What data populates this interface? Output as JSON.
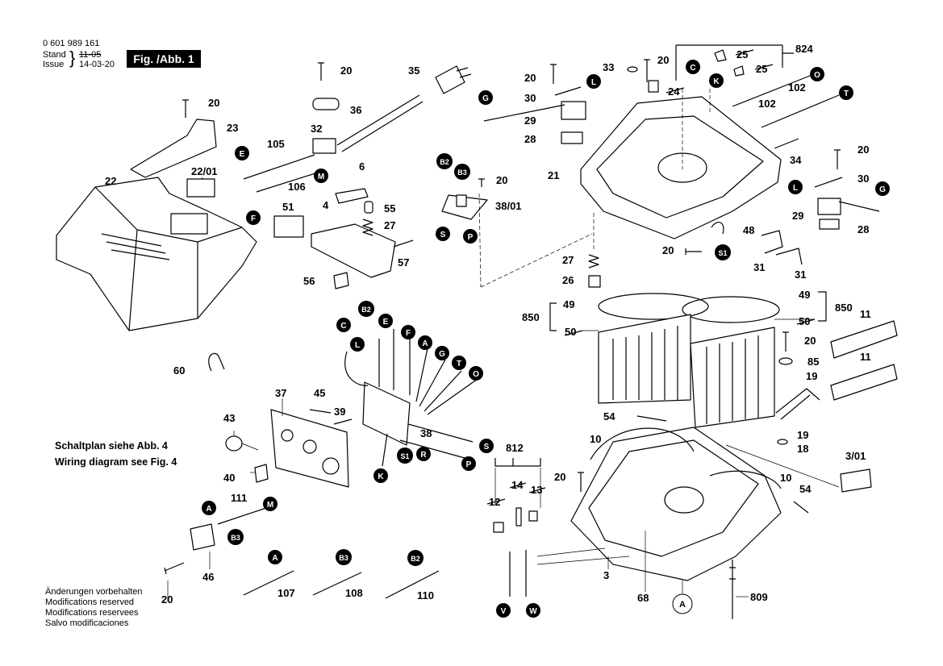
{
  "header": {
    "part_number": "0 601 989 161",
    "stand_label": "Stand",
    "issue_label": "Issue",
    "old_date": "11-05",
    "new_date": "14-03-20",
    "figure_title": "Fig. /Abb. 1"
  },
  "notes": {
    "schaltplan": "Schaltplan siehe Abb. 4",
    "wiring": "Wiring diagram see Fig. 4"
  },
  "footer": [
    "Änderungen vorbehalten",
    "Modifications reserved",
    "Modifications reservees",
    "Salvo modificaciones"
  ],
  "labels": {
    "l20a": "20",
    "l35": "35",
    "l20b": "20",
    "l36": "36",
    "l23": "23",
    "l32": "32",
    "l105": "105",
    "l22_01": "22/01",
    "l22": "22",
    "l106": "106",
    "l6": "6",
    "l51": "51",
    "l4": "4",
    "l55": "55",
    "l27a": "27",
    "l57": "57",
    "l56": "56",
    "l60": "60",
    "l37": "37",
    "l45": "45",
    "l39": "39",
    "l43": "43",
    "l40": "40",
    "l111": "111",
    "l46": "46",
    "l20c": "20",
    "l107": "107",
    "l108": "108",
    "l110": "110",
    "l38": "38",
    "l38_01": "38/01",
    "l20d": "20",
    "l812": "812",
    "l14": "14",
    "l13": "13",
    "l12": "12",
    "l33": "33",
    "l20e": "20",
    "l20f": "20",
    "l30a": "30",
    "l29a": "29",
    "l28a": "28",
    "l24": "24",
    "l25a": "25",
    "l25b": "25",
    "l824": "824",
    "l102a": "102",
    "l102b": "102",
    "l34": "34",
    "l21": "21",
    "l20g": "20",
    "l30b": "30",
    "l29b": "29",
    "l28b": "28",
    "l48": "48",
    "l20h": "20",
    "l31a": "31",
    "l31b": "31",
    "l27b": "27",
    "l26": "26",
    "l49a": "49",
    "l850a": "850",
    "l50a": "50",
    "l49b": "49",
    "l850b": "850",
    "l50b": "50",
    "l11a": "11",
    "l11b": "11",
    "l20i": "20",
    "l85": "85",
    "l19a": "19",
    "l54a": "54",
    "l10a": "10",
    "l20j": "20",
    "l19b": "19",
    "l18": "18",
    "l3_01": "3/01",
    "l10b": "10",
    "l54b": "54",
    "l3": "3",
    "l68": "68",
    "l809": "809"
  },
  "callouts": {
    "c_E1": "E",
    "c_F1": "F",
    "c_M1": "M",
    "c_B2a": "B2",
    "c_B3a": "B3",
    "c_S1": "S",
    "c_P1": "P",
    "c_C1": "C",
    "c_L1": "L",
    "c_B2b": "B2",
    "c_E2": "E",
    "c_F2": "F",
    "c_A1": "A",
    "c_G1": "G",
    "c_T1": "T",
    "c_O1": "O",
    "c_S2": "S",
    "c_R1": "R",
    "c_S1b": "S1",
    "c_P2": "P",
    "c_K1": "K",
    "c_A2": "A",
    "c_M2": "M",
    "c_B3b": "B3",
    "c_A3": "A",
    "c_B3c": "B3",
    "c_B2c": "B2",
    "c_V": "V",
    "c_W": "W",
    "c_G2": "G",
    "c_L2": "L",
    "c_C2": "C",
    "c_K2": "K",
    "c_O2": "O",
    "c_T2": "T",
    "c_L3": "L",
    "c_G3": "G",
    "c_S1c": "S1",
    "c_A4": "A"
  },
  "colors": {
    "ink": "#000000",
    "paper": "#ffffff"
  }
}
